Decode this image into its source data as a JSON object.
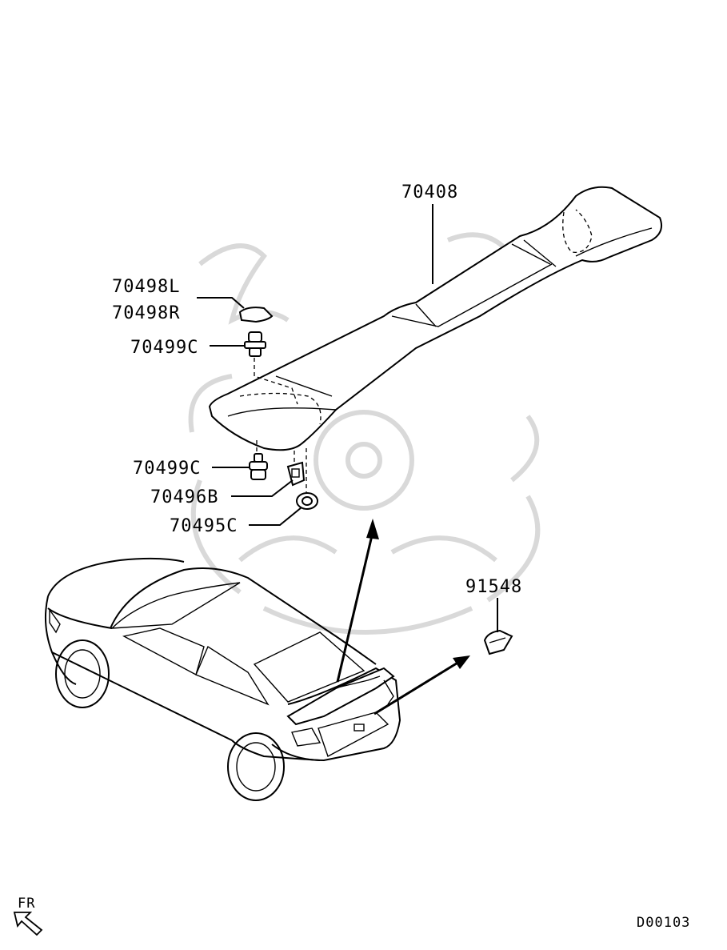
{
  "parts": [
    {
      "id": "spoiler",
      "number": "70408"
    },
    {
      "id": "end-cap-left",
      "number": "70498L"
    },
    {
      "id": "end-cap-right",
      "number": "70498R"
    },
    {
      "id": "bolt-upper",
      "number": "70499C"
    },
    {
      "id": "bolt-lower",
      "number": "70499C"
    },
    {
      "id": "clip",
      "number": "70496B"
    },
    {
      "id": "grommet",
      "number": "70495C"
    },
    {
      "id": "plug",
      "number": "91548"
    }
  ],
  "direction_label": "FR",
  "diagram_code": "D00103",
  "colors": {
    "line": "#000000",
    "background": "#ffffff",
    "watermark": "#d9d9d9"
  },
  "icons": [
    "front-direction-arrow-icon"
  ]
}
